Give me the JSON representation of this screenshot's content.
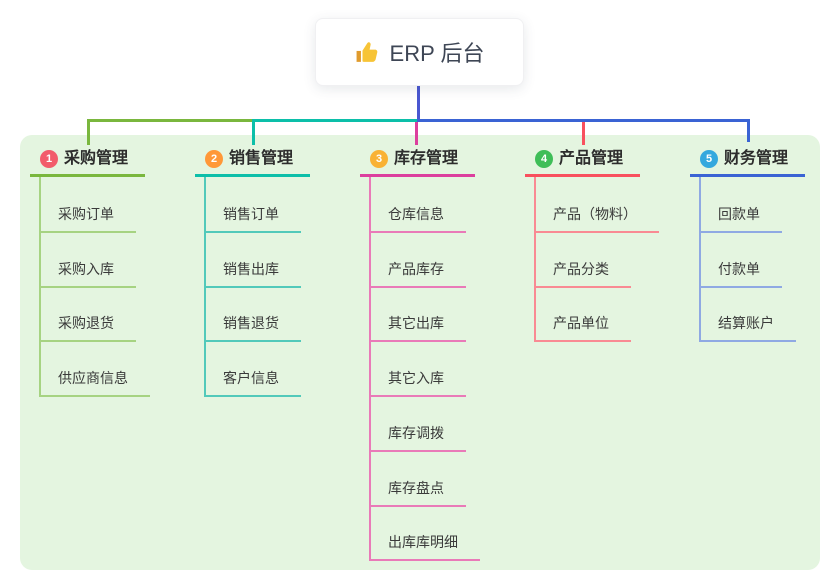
{
  "root": {
    "title": "ERP 后台",
    "icon": "thumbs-up-icon",
    "connector_color": "#4a57d1"
  },
  "panel": {
    "background": "#e4f5e0"
  },
  "colors": {
    "canvas": "#ffffff",
    "header_text": "#2d2d2d",
    "child_text": "#3a3a3a",
    "root_text": "#3e4655"
  },
  "branches": [
    {
      "number": "1",
      "label": "采购管理",
      "badge_color": "#f25c6b",
      "line_color": "#7ab73e",
      "child_line_color": "#a6d382",
      "children": [
        "采购订单",
        "采购入库",
        "采购退货",
        "供应商信息"
      ]
    },
    {
      "number": "2",
      "label": "销售管理",
      "badge_color": "#ff9838",
      "line_color": "#0cbfa9",
      "child_line_color": "#52c9ba",
      "children": [
        "销售订单",
        "销售出库",
        "销售退货",
        "客户信息"
      ]
    },
    {
      "number": "3",
      "label": "库存管理",
      "badge_color": "#f9b234",
      "line_color": "#dc3f9e",
      "child_line_color": "#e97ab8",
      "children": [
        "仓库信息",
        "产品库存",
        "其它出库",
        "其它入库",
        "库存调拨",
        "库存盘点",
        "出库库明细"
      ]
    },
    {
      "number": "4",
      "label": "产品管理",
      "badge_color": "#3fbe58",
      "line_color": "#f8505e",
      "child_line_color": "#f98a93",
      "children": [
        "产品（物料）",
        "产品分类",
        "产品单位"
      ]
    },
    {
      "number": "5",
      "label": "财务管理",
      "badge_color": "#34a8de",
      "line_color": "#3a63d4",
      "child_line_color": "#8fa9e3",
      "children": [
        "回款单",
        "付款单",
        "结算账户"
      ]
    }
  ]
}
